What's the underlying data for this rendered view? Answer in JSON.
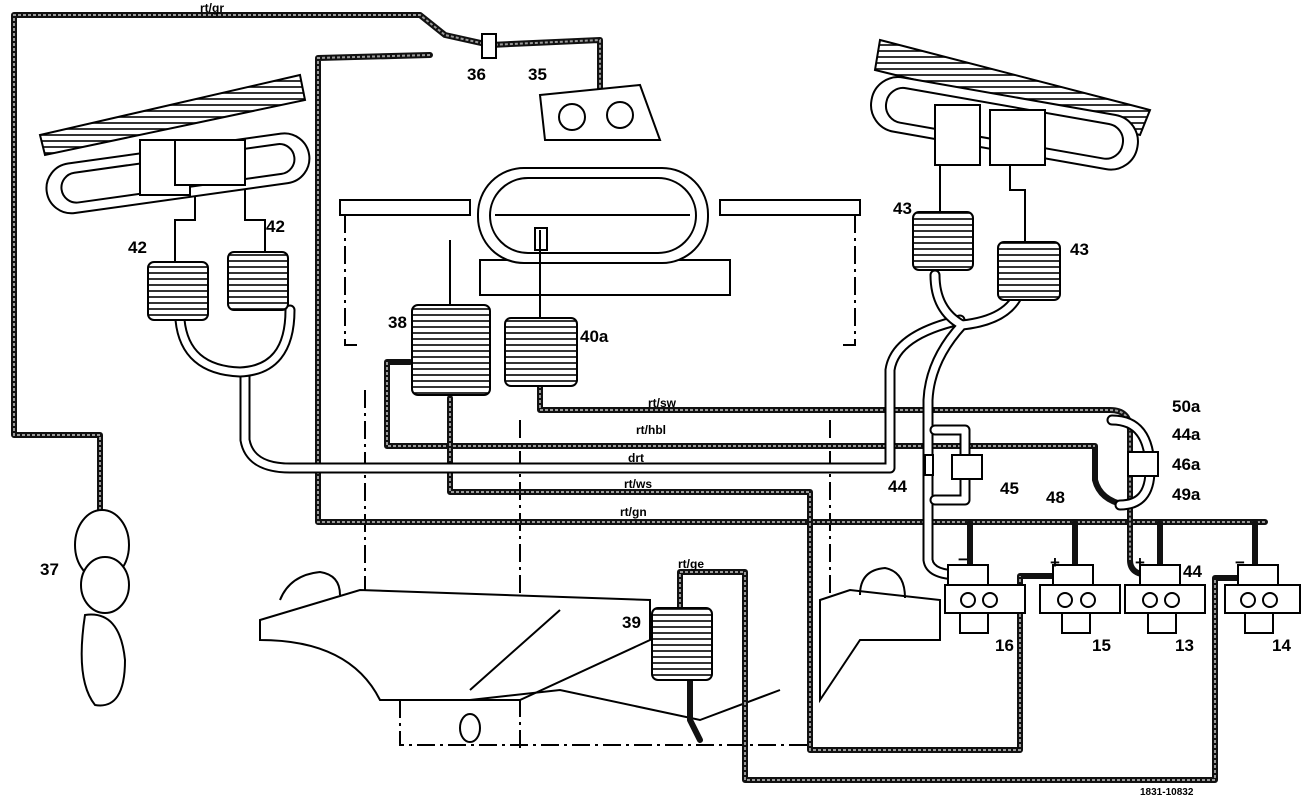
{
  "title": "Vacuum line diagram",
  "line_labels": {
    "rt_gr": "rt/gr",
    "rt_sw": "rt/sw",
    "rt_hbl": "rt/hbl",
    "drt": "drt",
    "rt_ws": "rt/ws",
    "rt_gn": "rt/gn",
    "rt_ge": "rt/ge"
  },
  "component_labels": {
    "c35": "35",
    "c36": "36",
    "c37": "37",
    "c38": "38",
    "c39": "39",
    "c40a": "40a",
    "c42_left": "42",
    "c42_right": "42",
    "c43_left": "43",
    "c43_right": "43",
    "c44_tube": "44",
    "c44_valve": "44",
    "c44a": "44a",
    "c45": "45",
    "c46a": "46a",
    "c48": "48",
    "c49a": "49a",
    "c50a": "50a",
    "c16": "16",
    "c15": "15",
    "c13": "13",
    "c14": "14"
  },
  "polarity": {
    "v16": "−",
    "v15": "+",
    "v13": "+",
    "v14": "−"
  },
  "figure_id": "1831-10832"
}
